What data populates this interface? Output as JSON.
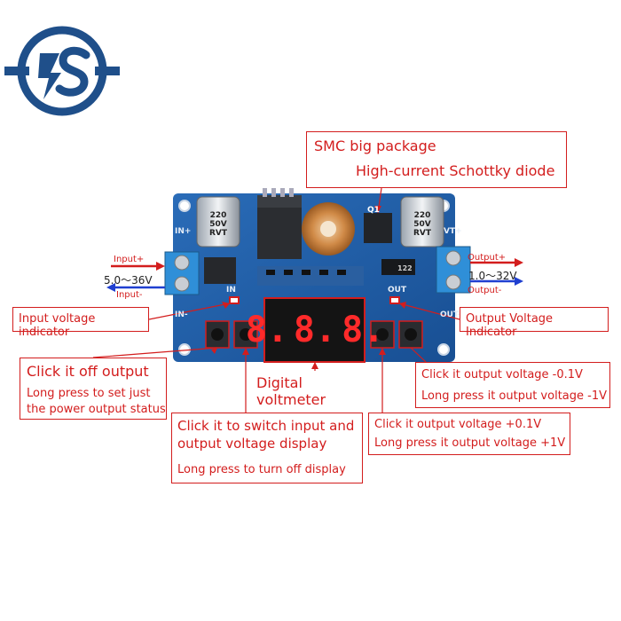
{
  "logo": {
    "icon": "electric-plug-s-logo",
    "color": "#1f4f8a"
  },
  "board": {
    "color": "#1f5fa8",
    "silk_in": "IN",
    "silk_out": "OUT",
    "silk_in_plus": "IN+",
    "silk_in_minus": "IN-",
    "silk_vt": "VT+",
    "silk_vout": "OUT-",
    "silk_q1": "Q1",
    "cap_left": "220 50V RVT",
    "cap_right": "220 50V RVT",
    "smd_code": "122",
    "display_digits": [
      "8.",
      "8.",
      "8."
    ]
  },
  "power_labels": {
    "input_plus": "Input+",
    "input_minus": "Input-",
    "input_range": "5.0～36V",
    "output_plus": "Output+",
    "output_minus": "Output-",
    "output_range": "1.0～32V"
  },
  "annotations": {
    "smc_line1": "SMC big package",
    "smc_line2": "High-current Schottky diode",
    "input_indicator": "Input voltage indicator",
    "output_indicator": "Output Voltage Indicator",
    "off_title": "Click it off output",
    "off_detail": "Long press to set just the power output status",
    "digital_voltmeter": "Digital voltmeter",
    "minus_click": "Click it output voltage -0.1V",
    "minus_long": "Long press it output voltage -1V",
    "switch_title": "Click it to switch input and output voltage display",
    "switch_long": "Long press to turn off display",
    "plus_click": "Click it output voltage +0.1V",
    "plus_long": "Long press it output voltage +1V"
  },
  "colors": {
    "annotation_red": "#d31d1d",
    "arrow_blue": "#1f3fd0",
    "led_red": "#ff2a2a"
  }
}
